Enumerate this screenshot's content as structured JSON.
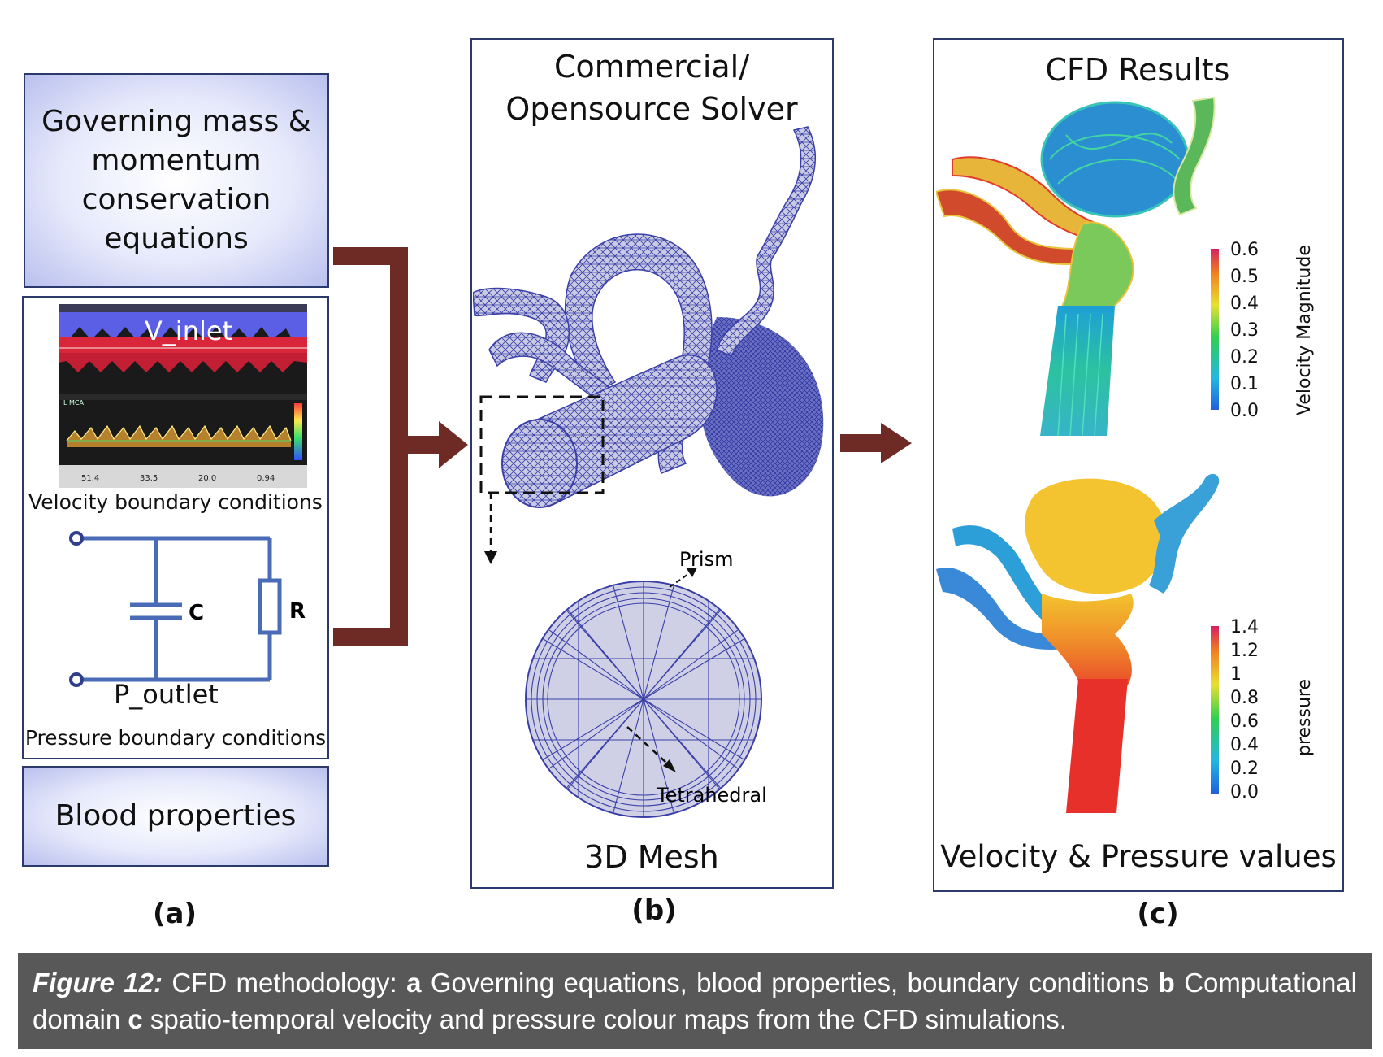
{
  "panel_a": {
    "governing_text": "Governing mass & momentum conservation equations",
    "v_inlet": "V_inlet",
    "doppler_ticks": [
      "51.4",
      "33.5",
      "20.0",
      "0.94"
    ],
    "doppler_header": "L MCA",
    "velocity_bc": "Velocity boundary conditions",
    "capacitor": "C",
    "resistor": "R",
    "p_outlet": "P_outlet",
    "pressure_bc": "Pressure boundary conditions",
    "blood": "Blood properties",
    "label": "(a)"
  },
  "panel_b": {
    "title_line1": "Commercial/",
    "title_line2": "Opensource Solver",
    "prism": "Prism",
    "tetra": "Tetrahedral",
    "mesh": "3D Mesh",
    "label": "(b)"
  },
  "panel_c": {
    "title": "CFD Results",
    "velocity_legend_title": "Velocity Magnitude",
    "velocity_ticks": [
      "0.6",
      "0.5",
      "0.4",
      "0.3",
      "0.2",
      "0.1",
      "0.0"
    ],
    "pressure_legend_title": "pressure",
    "pressure_ticks": [
      "1.4",
      "1.2",
      "1",
      "0.8",
      "0.6",
      "0.4",
      "0.2",
      "0.0"
    ],
    "bottom": "Velocity & Pressure values",
    "label": "(c)"
  },
  "caption": {
    "fig": "Figure 12:",
    "t1": " CFD methodology: ",
    "a": "a",
    "t2": " Governing equations, blood properties, boundary conditions ",
    "b": "b",
    "t3": " Computa­tional domain ",
    "c": "c",
    "t4": " spatio-temporal velocity and pressure colour maps from the CFD simulations."
  },
  "colors": {
    "arrow": "#6e2a24",
    "mesh": "#3a3fa8",
    "frame": "#2b3a6b",
    "caption_bg": "#585858"
  }
}
